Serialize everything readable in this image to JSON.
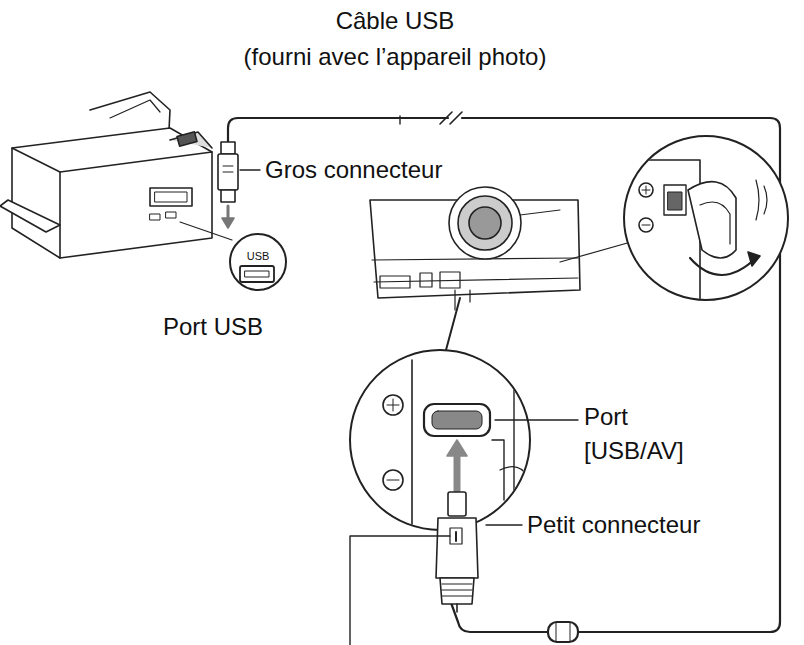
{
  "diagram": {
    "labels": [
      "Câble USB",
      "(fourni avec l’appareil photo)",
      "Gros connecteur",
      "USB",
      "Port USB",
      "Port [USB/AV]",
      "Petit connecteur"
    ]
  }
}
